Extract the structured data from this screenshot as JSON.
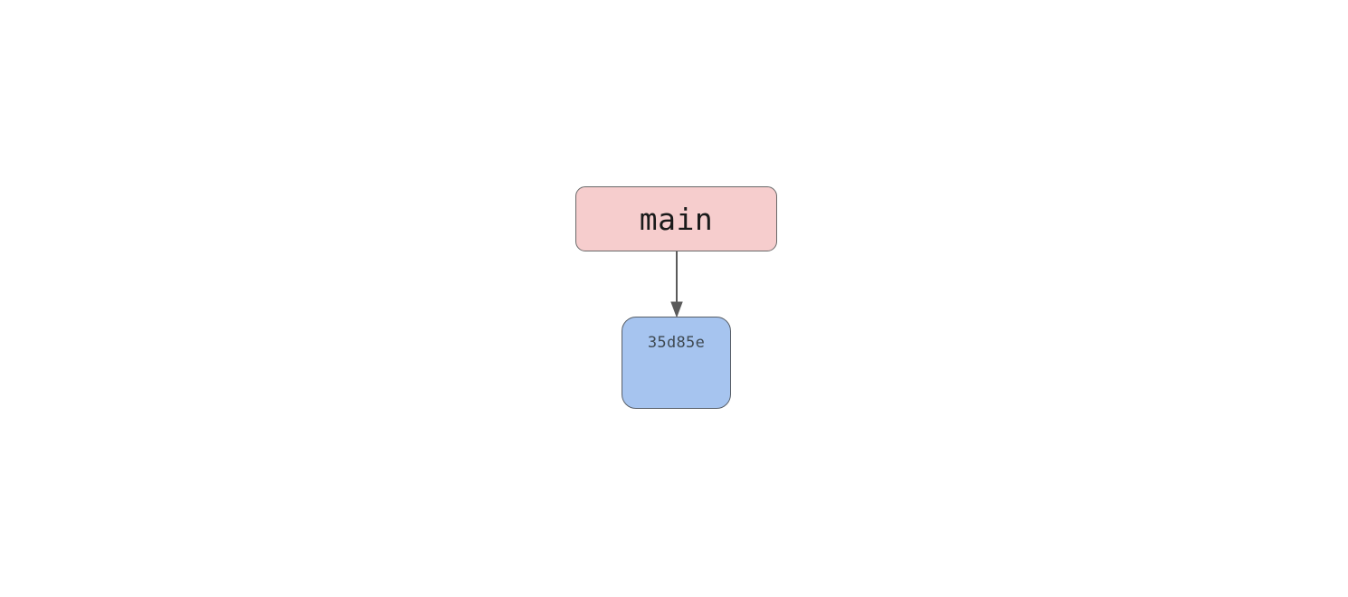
{
  "diagram": {
    "type": "git-commit-graph",
    "background_color": "#ffffff",
    "nodes": [
      {
        "id": "main",
        "label": "main",
        "role": "branch-ref",
        "shape": "rounded-rectangle",
        "fill_color": "#f6cdcd",
        "border_color": "#696969",
        "text_color": "#1a1a1a"
      },
      {
        "id": "35d85e",
        "label": "35d85e",
        "role": "commit",
        "shape": "rounded-square",
        "fill_color": "#a6c4ef",
        "border_color": "#585f68",
        "text_color": "#3f4a53"
      }
    ],
    "edges": [
      {
        "from": "main",
        "to": "35d85e",
        "style": "solid",
        "color": "#5a5a5a",
        "arrowhead": "filled-triangle",
        "direction": "down"
      }
    ]
  }
}
